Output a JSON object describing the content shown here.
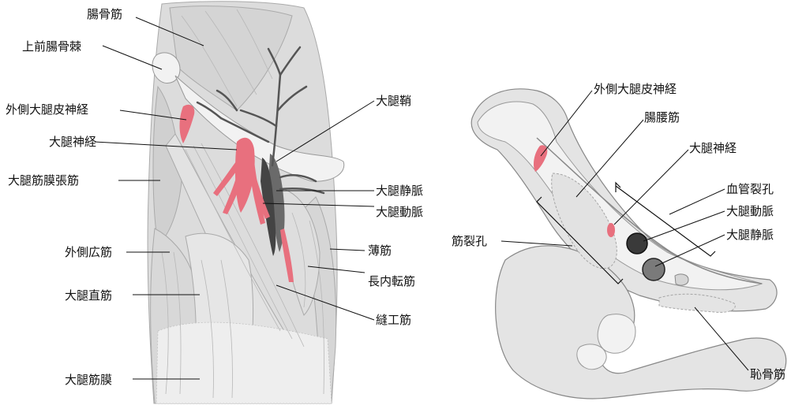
{
  "figure": {
    "left_view": {
      "labels": {
        "iliacus": "腸骨筋",
        "asis": "上前腸骨棘",
        "lateral_femoral_cutaneous_nerve": "外側大腿皮神経",
        "femoral_nerve": "大腿神経",
        "tensor_fasciae_latae": "大腿筋膜張筋",
        "vastus_lateralis": "外側広筋",
        "rectus_femoris": "大腿直筋",
        "fascia_lata": "大腿筋膜",
        "femoral_sheath": "大腿鞘",
        "femoral_vein": "大腿静脈",
        "femoral_artery": "大腿動脈",
        "gracilis": "薄筋",
        "adductor_longus": "長内転筋",
        "sartorius": "縫工筋"
      }
    },
    "right_view": {
      "labels": {
        "lateral_femoral_cutaneous_nerve": "外側大腿皮神経",
        "iliopsoas": "腸腰筋",
        "femoral_nerve": "大腿神経",
        "vascular_lacuna": "血管裂孔",
        "femoral_artery": "大腿動脈",
        "femoral_vein": "大腿静脈",
        "muscular_lacuna": "筋裂孔",
        "pectineus": "恥骨筋"
      }
    },
    "colors": {
      "nerve": "#e8707e",
      "vessel_dark": "#555555",
      "artery_fill": "#3a3a3a",
      "vein_fill": "#7a7a7a",
      "muscle": "#dcdcdc",
      "bone": "#e4e4e4"
    }
  }
}
